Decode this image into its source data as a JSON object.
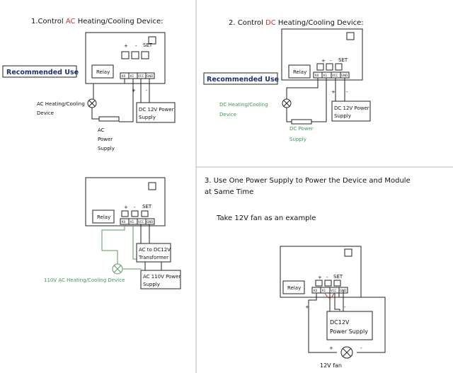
{
  "colors": {
    "accent_red": "#d0342c",
    "green_label": "#3f9a54",
    "line": "#222222"
  },
  "section1": {
    "title_prefix": "1.Control ",
    "title_highlight": "AC",
    "title_suffix": " Heating/Cooling Device:",
    "recommended": "Recommended Use",
    "relay": "Relay",
    "plus": "+",
    "minus": "-",
    "set": "SET",
    "pins": [
      "K0",
      "K1",
      "VCC",
      "GND"
    ],
    "device_line1": "AC  Heating/Cooling",
    "device_line2": "Device",
    "supply_line1": "AC",
    "supply_line2": "Power",
    "supply_line3": "Supply",
    "dc_line1": "DC 12V Power",
    "dc_line2": "Supply"
  },
  "section2": {
    "title_prefix": "2. Control ",
    "title_highlight": "DC",
    "title_suffix": " Heating/Cooling Device:",
    "recommended": "Recommended Use",
    "relay": "Relay",
    "plus": "+",
    "minus": "-",
    "set": "SET",
    "pins": [
      "K0",
      "K1",
      "VCC",
      "GND"
    ],
    "device_line1": "DC  Heating/Cooling",
    "device_line2": "Device",
    "supply_line1": "DC Power",
    "supply_line2": "Supply",
    "dc_line1": "DC 12V Power",
    "dc_line2": "Supply"
  },
  "section3": {
    "relay": "Relay",
    "plus": "+",
    "minus": "-",
    "set": "SET",
    "pins": [
      "K0",
      "K1",
      "VCC",
      "GND"
    ],
    "transformer_line1": "AC to DC12V",
    "transformer_line2": "Transformer",
    "ac_line1": "AC 110V Power",
    "ac_line2": "Supply",
    "device_label": "110V AC Heating/Cooling Device"
  },
  "section4": {
    "title_line1": "3. Use One Power Supply to Power the Device and Module",
    "title_line2": "at Same Time",
    "subtitle": "Take 12V fan as an example",
    "relay": "Relay",
    "plus": "+",
    "minus": "-",
    "set": "SET",
    "pins": [
      "K0",
      "K1",
      "VCC",
      "GND"
    ],
    "supply_line1": "DC12V",
    "supply_line2": "Power Supply",
    "fan_label": "12V fan",
    "wire_plus": "+",
    "wire_minus": "-"
  }
}
